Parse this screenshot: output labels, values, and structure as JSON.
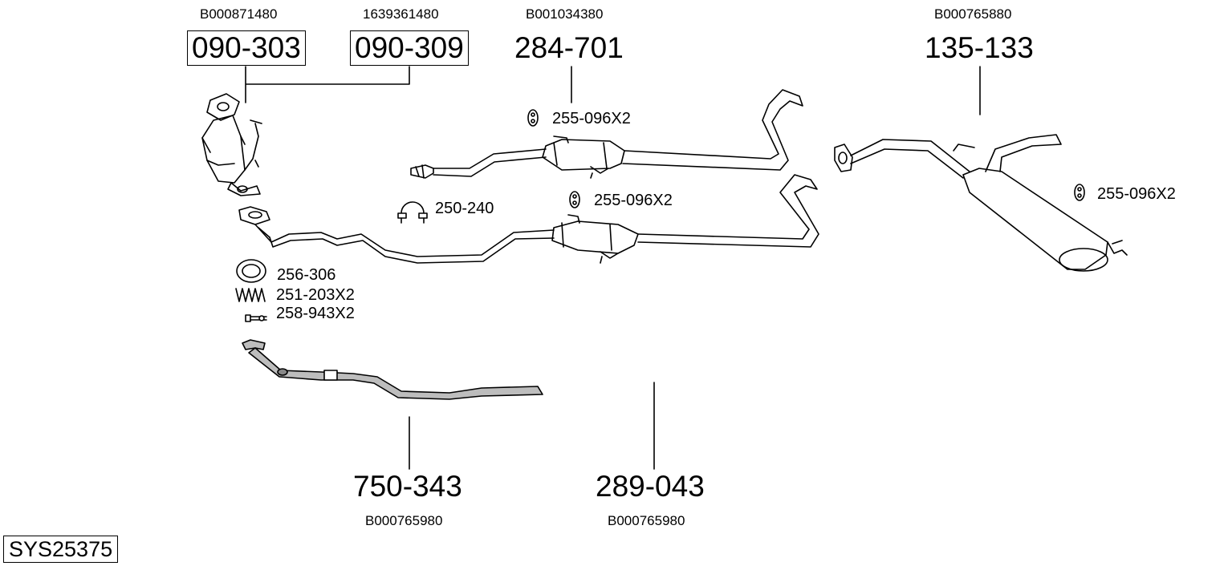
{
  "system_id": "SYS25375",
  "parts": [
    {
      "number": "090-303",
      "ref": "B000871480"
    },
    {
      "number": "090-309",
      "ref": "1639361480"
    },
    {
      "number": "284-701",
      "ref": "B001034380"
    },
    {
      "number": "135-133",
      "ref": "B000765880"
    },
    {
      "number": "750-343",
      "ref": "B000765980"
    },
    {
      "number": "289-043",
      "ref": "B000765980"
    }
  ],
  "accessories": [
    {
      "label": "255-096X2",
      "icon": "rubber-hanger-icon"
    },
    {
      "label": "255-096X2",
      "icon": "rubber-hanger-icon"
    },
    {
      "label": "255-096X2",
      "icon": "rubber-hanger-icon"
    },
    {
      "label": "250-240",
      "icon": "clamp-icon"
    },
    {
      "label": "256-306",
      "icon": "gasket-ring-icon"
    },
    {
      "label": "251-203X2",
      "icon": "spring-icon"
    },
    {
      "label": "258-943X2",
      "icon": "bolt-icon"
    }
  ]
}
